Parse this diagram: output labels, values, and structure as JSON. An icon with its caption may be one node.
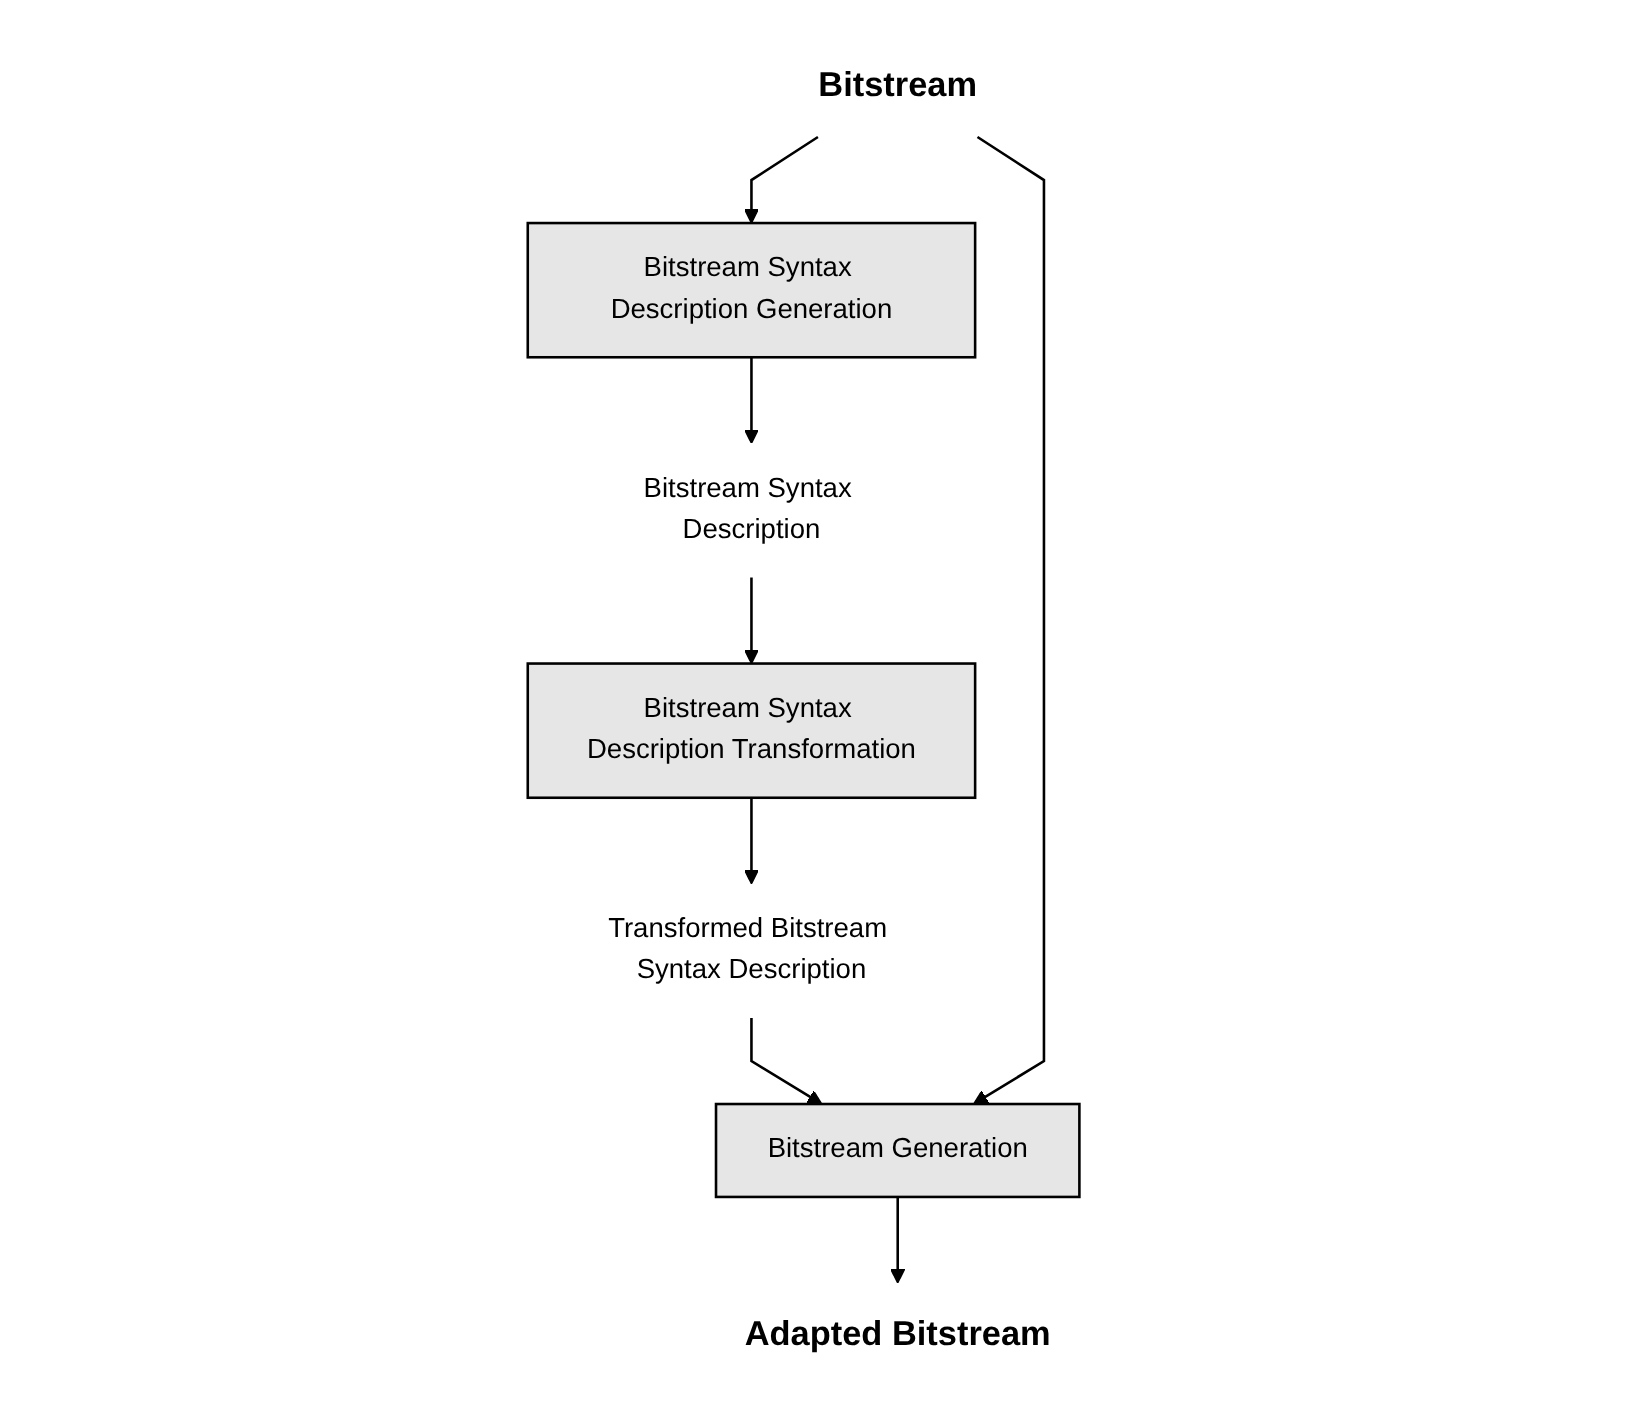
{
  "diagram": {
    "nodes": [
      {
        "text": [
          "Bitstream"
        ]
      },
      {
        "text": [
          "Bitstream Syntax Description Generation"
        ]
      },
      {
        "text": [
          "Bitstream Syntax Description"
        ]
      },
      {
        "text": [
          "Bitstream Syntax Description Transformation"
        ]
      },
      {
        "text": [
          "Transformed Bitstream Syntax Description"
        ]
      },
      {
        "text": [
          "Bitstream Generation"
        ]
      },
      {
        "text": [
          "Adapted Bitstream"
        ]
      }
    ],
    "edges": [
      {
        "from": 0,
        "to": 1,
        "arrow": "to"
      },
      {
        "from": 1,
        "to": 2,
        "arrow": "to"
      },
      {
        "from": 2,
        "to": 3,
        "arrow": "to"
      },
      {
        "from": 3,
        "to": 4,
        "arrow": "to"
      },
      {
        "from": 4,
        "to": 5,
        "arrow": "to"
      },
      {
        "from": 0,
        "to": 5,
        "arrow": "to"
      },
      {
        "from": 5,
        "to": 6,
        "arrow": "to"
      }
    ]
  }
}
